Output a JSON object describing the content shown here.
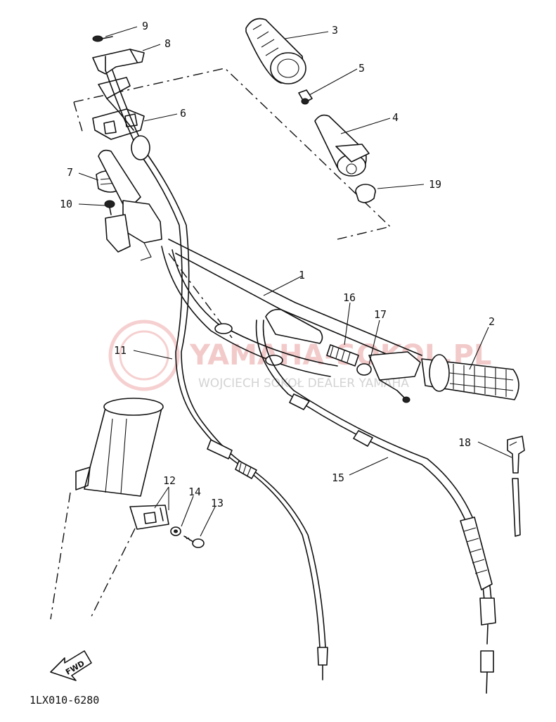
{
  "diagram": {
    "callouts": [
      "1",
      "2",
      "3",
      "4",
      "5",
      "6",
      "7",
      "8",
      "9",
      "10",
      "11",
      "12",
      "13",
      "14",
      "15",
      "16",
      "17",
      "18",
      "19"
    ],
    "part_code": "1LX010-6280",
    "fwd_marker": "FWD",
    "watermark": {
      "title": "YAMAHA-SOKOL.PL",
      "subtitle": "WOJCIECH SOKOŁ DEALER YAMAHA"
    }
  }
}
